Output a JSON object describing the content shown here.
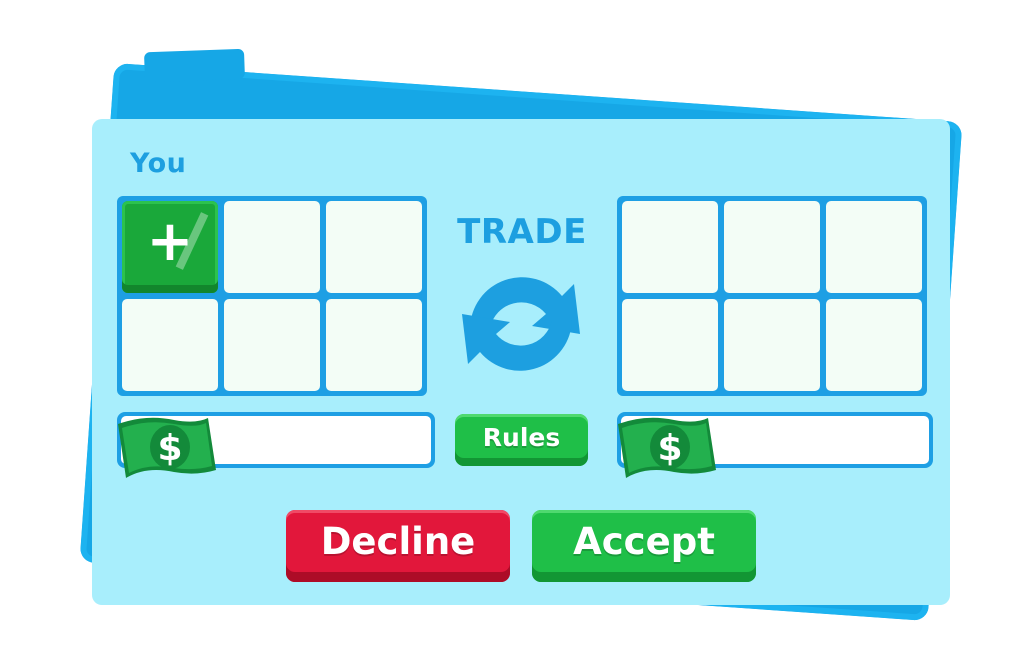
{
  "trade_window": {
    "you_label": "You",
    "trade_label": "TRADE",
    "rules_label": "Rules",
    "decline_label": "Decline",
    "accept_label": "Accept",
    "add_symbol": "+",
    "currency_symbol": "$"
  },
  "colors": {
    "panel": "#a8eefc",
    "accent_blue": "#1d9fe0",
    "back_card": "#16a7e6",
    "accept_green": "#1fbf48",
    "decline_red": "#e2173b",
    "slot_bg": "#f3fdf6"
  },
  "icons": {
    "trade": "refresh-arrows-icon",
    "add": "plus-icon",
    "money": "dollar-bill-icon"
  }
}
